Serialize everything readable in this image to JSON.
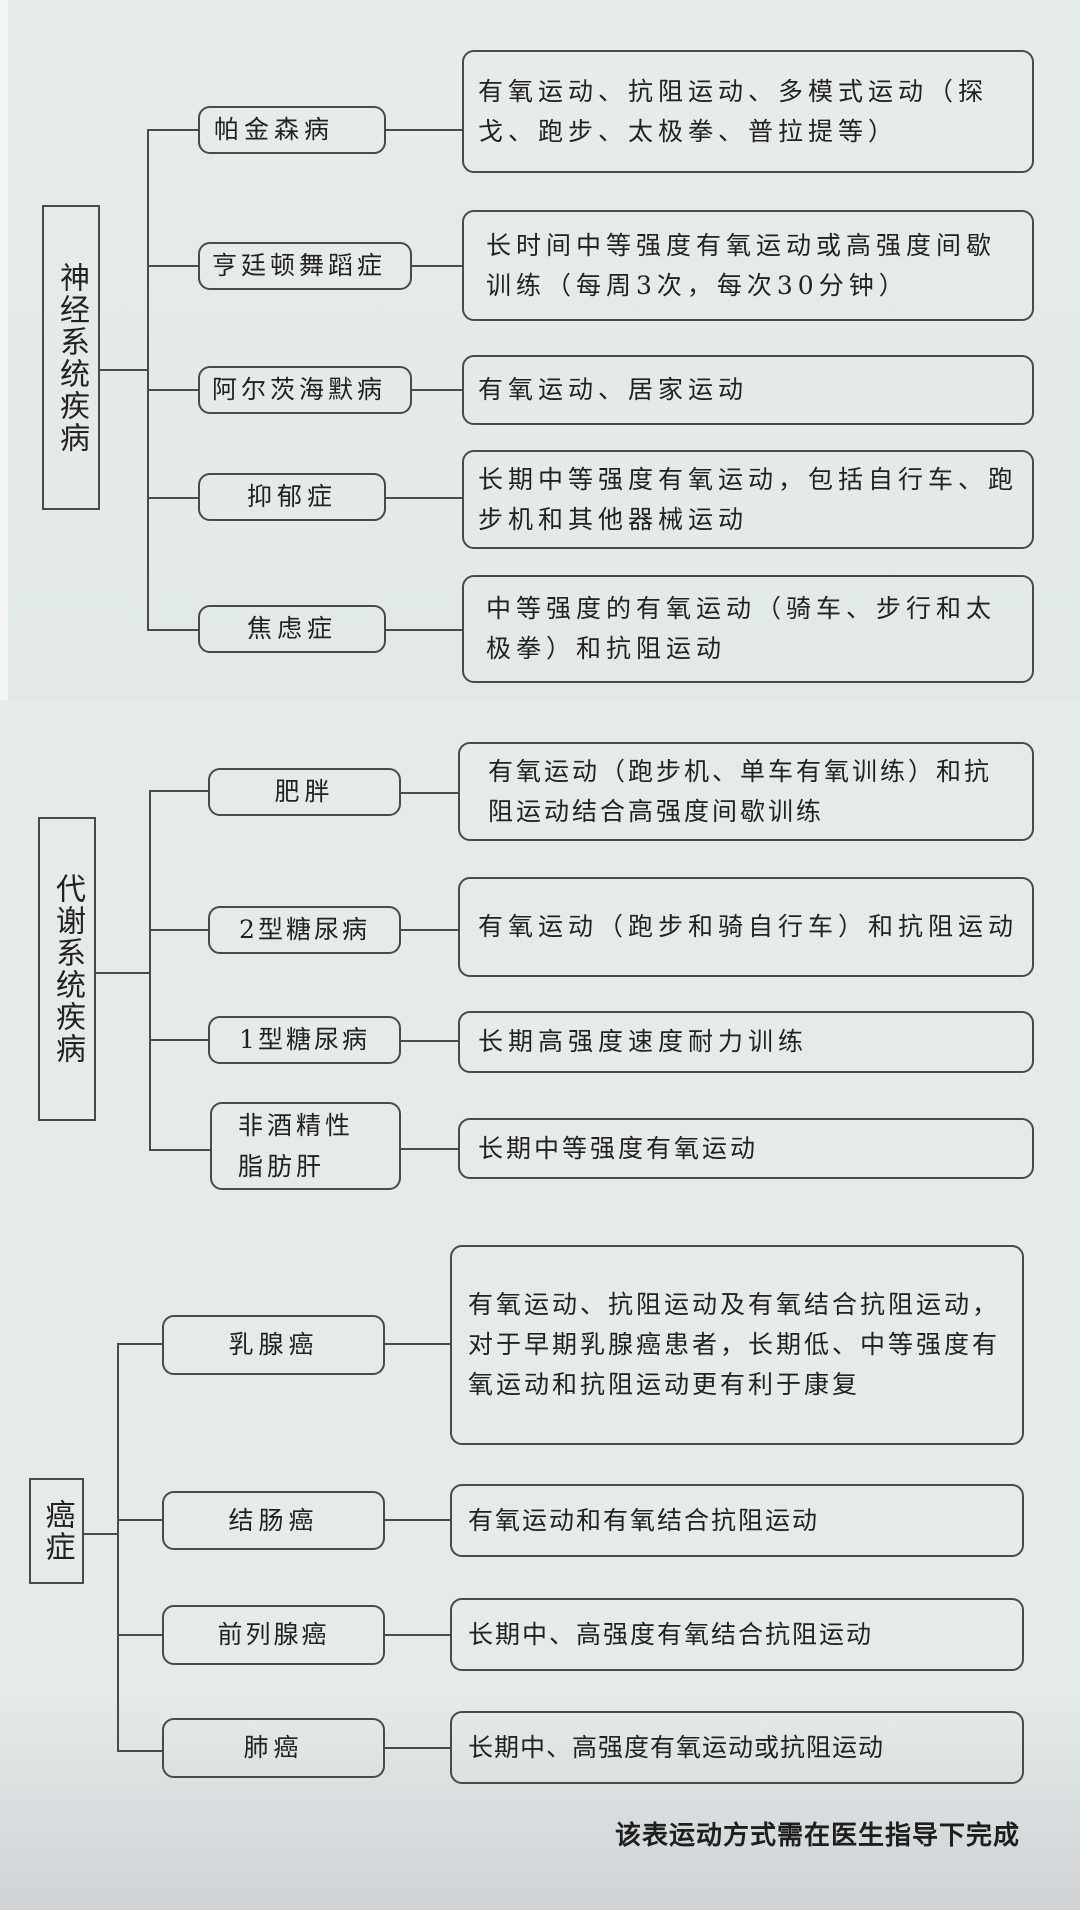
{
  "sections": [
    {
      "category": "神经系统疾病",
      "items": [
        {
          "disease": "帕金森病",
          "exercise": "有氧运动、抗阻运动、多模式运动（探戈、跑步、太极拳、普拉提等）"
        },
        {
          "disease": "亨廷顿舞蹈症",
          "exercise": "长时间中等强度有氧运动或高强度间歇训练（每周3次，每次30分钟）"
        },
        {
          "disease": "阿尔茨海默病",
          "exercise": "有氧运动、居家运动"
        },
        {
          "disease": "抑郁症",
          "exercise": "长期中等强度有氧运动，包括自行车、跑步机和其他器械运动"
        },
        {
          "disease": "焦虑症",
          "exercise": "中等强度的有氧运动（骑车、步行和太极拳）和抗阻运动"
        }
      ]
    },
    {
      "category": "代谢系统疾病",
      "items": [
        {
          "disease": "肥胖",
          "exercise": "有氧运动（跑步机、单车有氧训练）和抗阻运动结合高强度间歇训练"
        },
        {
          "disease": "2型糖尿病",
          "exercise": "有氧运动（跑步和骑自行车）和抗阻运动"
        },
        {
          "disease": "1型糖尿病",
          "exercise": "长期高强度速度耐力训练"
        },
        {
          "disease": "非酒精性脂肪肝",
          "exercise": "长期中等强度有氧运动"
        }
      ]
    },
    {
      "category": "癌症",
      "items": [
        {
          "disease": "乳腺癌",
          "exercise": "有氧运动、抗阻运动及有氧结合抗阻运动，对于早期乳腺癌患者，长期低、中等强度有氧运动和抗阻运动更有利于康复"
        },
        {
          "disease": "结肠癌",
          "exercise": "有氧运动和有氧结合抗阻运动"
        },
        {
          "disease": "前列腺癌",
          "exercise": "长期中、高强度有氧结合抗阻运动"
        },
        {
          "disease": "肺癌",
          "exercise": "长期中、高强度有氧运动或抗阻运动"
        }
      ]
    }
  ],
  "footer_note": "该表运动方式需在医生指导下完成",
  "colors": {
    "background": "#e3eae9",
    "line": "#4a4a4a",
    "text": "#222222"
  }
}
